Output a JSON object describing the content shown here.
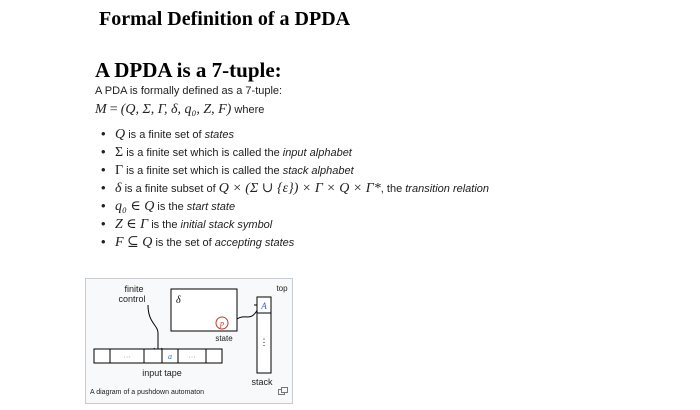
{
  "title": "Formal Definition of a DPDA",
  "subtitle": "A DPDA is a 7-tuple:",
  "intro": "A PDA is formally defined as a 7-tuple:",
  "tuple": {
    "lhs": "M",
    "eq": "=",
    "rhs": "(Q, Σ, Γ, δ, q₀, Z, F)",
    "where": "where"
  },
  "defs": [
    {
      "math": "Q",
      "text_before": "is a finite set of ",
      "emph": "states",
      "text_after": ""
    },
    {
      "math": "Σ",
      "text_before": "is a finite set which is called the ",
      "emph": "input alphabet",
      "text_after": ""
    },
    {
      "math": "Γ",
      "text_before": "is a finite set which is called the ",
      "emph": "stack alphabet",
      "text_after": ""
    },
    {
      "math": "δ",
      "text_before": "is a finite subset of ",
      "math2": "Q × (Σ ∪ {ε}) × Γ × Q × Γ*",
      "text_mid": ", the ",
      "emph": "transition relation",
      "text_after": ""
    },
    {
      "math": "q₀ ∈ Q",
      "text_before": "is the ",
      "emph": "start state",
      "text_after": ""
    },
    {
      "math": "Z ∈ Γ",
      "text_before": "is the ",
      "emph": "initial stack symbol",
      "text_after": ""
    },
    {
      "math": "F ⊆ Q",
      "text_before": "is the set of ",
      "emph": "accepting states",
      "text_after": ""
    }
  ],
  "diagram": {
    "finite_label": "finite",
    "control_label": "control",
    "delta": "δ",
    "state_symbol": "p",
    "state_label": "state",
    "top_label": "top",
    "stack_top_symbol": "A",
    "stack_dots": "⋮",
    "tape_dots_left": "···",
    "tape_symbol": "a",
    "tape_dots_right": "···",
    "input_tape_label": "input tape",
    "stack_label": "stack",
    "caption": "A diagram of a pushdown automaton",
    "enlarge_icon": "enlarge-icon"
  }
}
